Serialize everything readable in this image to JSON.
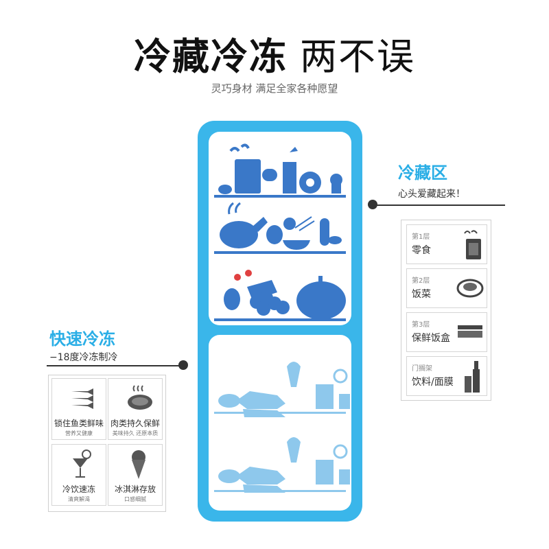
{
  "header": {
    "title_main": "冷藏冷冻",
    "title_secondary": "两不误",
    "subtitle": "灵巧身材  满足全家各种愿望"
  },
  "fridge_zone": {
    "title": "冷藏区",
    "subtitle": "心头爱藏起来！",
    "levels": [
      {
        "level": "第1层",
        "name": "零食",
        "icon": "snack-bag-icon"
      },
      {
        "level": "第2层",
        "name": "饭菜",
        "icon": "dish-plate-icon"
      },
      {
        "level": "第3层",
        "name": "保鲜饭盒",
        "icon": "lunchbox-icon"
      },
      {
        "level": "门搁架",
        "name": "饮料/面膜",
        "icon": "bottle-icon"
      }
    ]
  },
  "freezer_zone": {
    "title": "快速冷冻",
    "subtitle": "−18度冷冻制冷",
    "items": [
      {
        "name": "锁住鱼类鲜味",
        "desc": "营养又健康",
        "icon": "fish-icon"
      },
      {
        "name": "肉类持久保鲜",
        "desc": "美味持久 还原本质",
        "icon": "steak-icon"
      },
      {
        "name": "冷饮速冻",
        "desc": "清爽解渴",
        "icon": "cocktail-icon"
      },
      {
        "name": "冰淇淋存放",
        "desc": "口感细腻",
        "icon": "ice-cream-icon"
      }
    ]
  },
  "colors": {
    "accent": "#2aaee6",
    "fridge_body": "#3ab6ea",
    "fridge_food": "#3a78c8",
    "freezer_food": "#8ec8ec"
  }
}
